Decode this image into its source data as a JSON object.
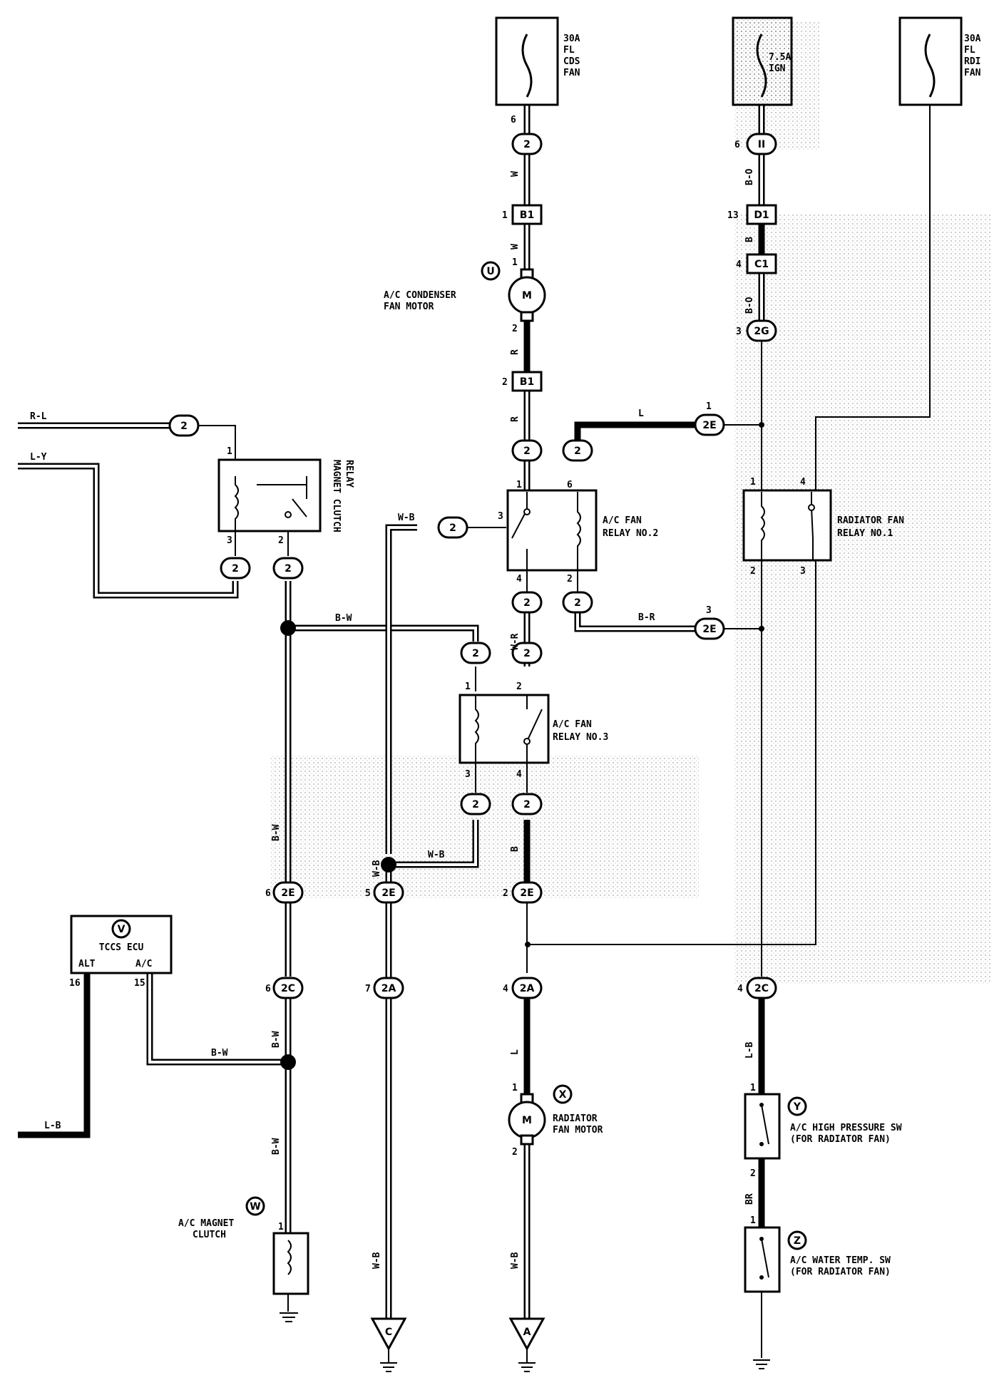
{
  "fuses": {
    "fuse_cds": {
      "line1": "30A",
      "line2": "FL",
      "line3": "CDS",
      "line4": "FAN"
    },
    "fuse_ign": {
      "line1": "7.5A",
      "line2": "IGN"
    },
    "fuse_rdi": {
      "line1": "30A",
      "line2": "FL",
      "line3": "RDI",
      "line4": "FAN"
    }
  },
  "components": {
    "cond_motor": {
      "id": "U",
      "line1": "A/C CONDENSER",
      "line2": "FAN MOTOR",
      "m": "M"
    },
    "radiator_motor": {
      "id": "X",
      "line1": "RADIATOR",
      "line2": "FAN MOTOR",
      "m": "M"
    },
    "tccs_ecu": {
      "id": "V",
      "name": "TCCS ECU",
      "pin_alt": "ALT",
      "pin_ac": "A/C",
      "pin_alt_no": "16",
      "pin_ac_no": "15"
    },
    "magnet_clutch": {
      "id": "W",
      "line1": "A/C MAGNET",
      "line2": "CLUTCH"
    },
    "hp_switch": {
      "id": "Y",
      "line1": "A/C HIGH PRESSURE SW",
      "line2": "(FOR RADIATOR FAN)"
    },
    "wt_switch": {
      "id": "Z",
      "line1": "A/C WATER TEMP. SW",
      "line2": "(FOR RADIATOR FAN)"
    }
  },
  "relays": {
    "magnet_clutch_relay": {
      "line1": "MAGNET CLUTCH",
      "line2": "RELAY"
    },
    "fan_relay_2": {
      "line1": "A/C FAN",
      "line2": "RELAY NO.2"
    },
    "fan_relay_3": {
      "line1": "A/C FAN",
      "line2": "RELAY NO.3"
    },
    "rad_relay_1": {
      "line1": "RADIATOR FAN",
      "line2": "RELAY NO.1"
    }
  },
  "wires": {
    "w1": "W",
    "w2": "W",
    "r1": "R",
    "r2": "R",
    "bo1": "B-O",
    "b1": "B",
    "bo2": "B-O",
    "l_top": "L",
    "br_top": "B-R",
    "rl": "R-L",
    "ly": "L-Y",
    "wb1": "W-B",
    "bw1": "B-W",
    "wr": "W-R",
    "bw2": "B-W",
    "wb2": "W-B",
    "wb3": "W-B",
    "b2": "B",
    "bw3": "B-W",
    "bw4": "B-W",
    "bw5": "B-W",
    "lb1": "L-B",
    "l_mid": "L",
    "lb2": "L-B",
    "br": "BR",
    "wb4": "W-B",
    "wb5": "W-B"
  },
  "connectors": {
    "c_cds": "2",
    "c_ign": "II",
    "b1_top": "B1",
    "b1_bot": "B1",
    "d1": "D1",
    "c1": "C1",
    "c2g": "2G",
    "c_relay2_1": "2",
    "c_relay2_6": "2",
    "c_2e_top": "2E",
    "c_rl": "2",
    "c_wb_relay2": "2",
    "c_clutch_3": "2",
    "c_clutch_2": "2",
    "c_relay2_4": "2",
    "c_relay2_2": "2",
    "c_2e_br": "2E",
    "c_relay3_1": "2",
    "c_relay3_2": "2",
    "c_relay3_3": "2",
    "c_relay3_4": "2",
    "c_2e_6": "2E",
    "c_2e_5": "2E",
    "c_2e_2": "2E",
    "c_2c_6": "2C",
    "c_2a_7": "2A",
    "c_2a_4": "2A",
    "c_2c_4": "2C"
  },
  "pins": {
    "p_cds_6": "6",
    "p_ign_6": "6",
    "p_b1_top": "1",
    "p_d1": "13",
    "p_c1": "4",
    "p_2g": "3",
    "p_mot_1": "1",
    "p_mot_2": "2",
    "p_b1_bot": "2",
    "p_r2_1": "1",
    "p_r2_6": "6",
    "p_r2_3": "3",
    "p_r2_4": "4",
    "p_r2_2": "2",
    "p_2e_top": "1",
    "p_2e_br": "3",
    "p_rr_1": "1",
    "p_rr_4": "4",
    "p_rr_2": "2",
    "p_rr_3": "3",
    "p_mc_1": "1",
    "p_mc_3": "3",
    "p_mc_2": "2",
    "p_r3_1": "1",
    "p_r3_2": "2",
    "p_r3_3": "3",
    "p_r3_4": "4",
    "p_2e_6": "6",
    "p_2e_5": "5",
    "p_2e_2": "2",
    "p_2c_6": "6",
    "p_2a_7": "7",
    "p_2a_4": "4",
    "p_2c_4": "4",
    "p_rm_1": "1",
    "p_rm_2": "2",
    "p_clutch_1": "1",
    "p_hp_1": "1",
    "p_hp_2": "2",
    "p_wt_1": "1"
  },
  "grounds": {
    "g_c": "C",
    "g_a": "A"
  }
}
